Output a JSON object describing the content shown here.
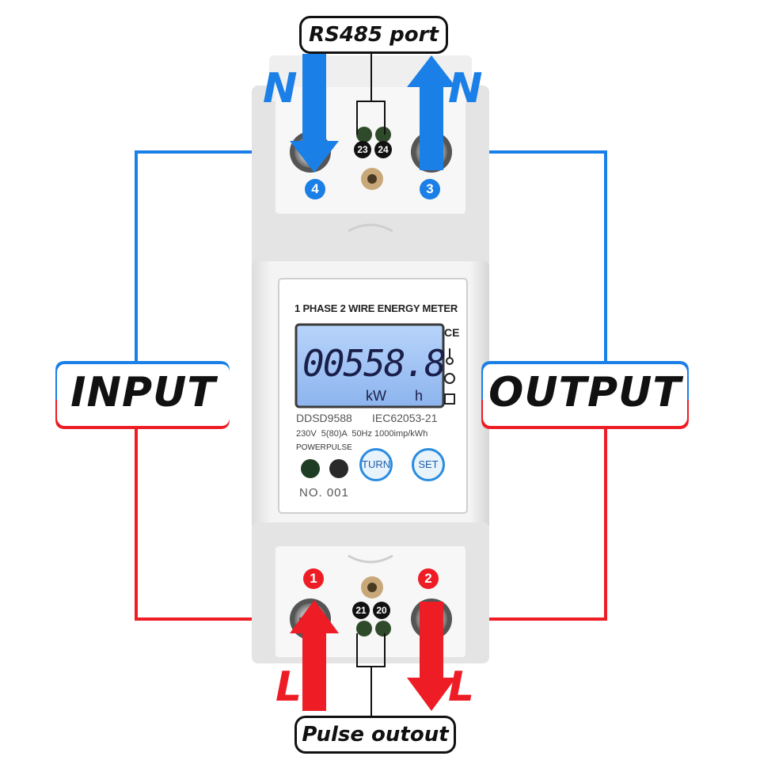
{
  "labels": {
    "rs485": "RS485 port",
    "pulse": "Pulse outout",
    "input": "INPUT",
    "output": "OUTPUT",
    "n_left": "N",
    "n_right": "N",
    "l_left": "L",
    "l_right": "L"
  },
  "terminals": {
    "top_left": "4",
    "top_right": "3",
    "bottom_left": "1",
    "bottom_right": "2",
    "rs485_a": "23",
    "rs485_b": "24",
    "pulse_a": "21",
    "pulse_b": "20"
  },
  "meter": {
    "title": "1 PHASE 2 WIRE ENERGY METER",
    "reading": "00558.8",
    "unit_kw": "kW",
    "unit_h": "h",
    "model": "DDSD9588",
    "standard": "IEC62053-21",
    "specs": "230V  5(80)A  50Hz 1000imp/kWh",
    "led_power": "POWER",
    "led_pulse": "PULSE",
    "btn_turn": "TURN",
    "btn_set": "SET",
    "serial": "NO. 001",
    "mark_ce": "CE"
  },
  "colors": {
    "blue": "#1a7fe6",
    "red": "#ee1c24",
    "lcd": "#9fc3f5"
  }
}
